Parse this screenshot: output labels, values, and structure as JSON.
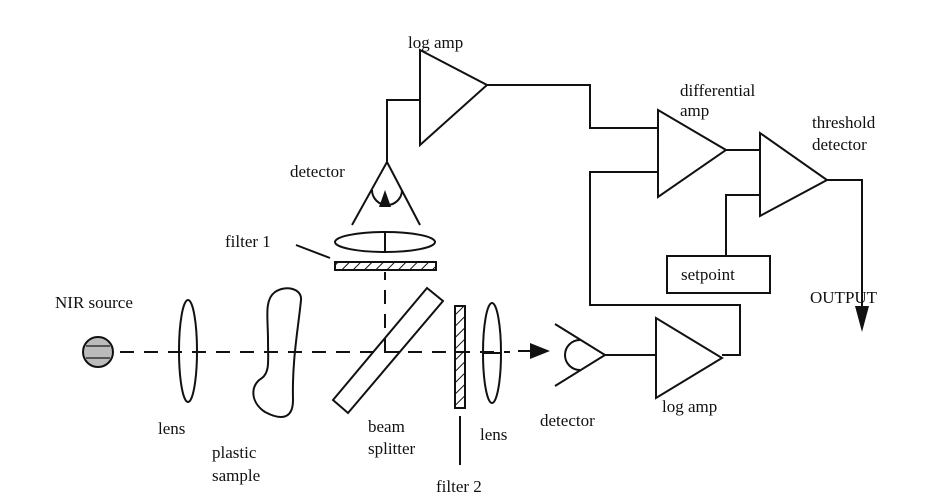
{
  "labels": {
    "log_amp_top": "log amp",
    "detector_top": "detector",
    "differential_1": "differential",
    "differential_2": "amp",
    "threshold_1": "threshold",
    "threshold_2": "detector",
    "setpoint": "setpoint",
    "output": "OUTPUT",
    "filter1": "filter 1",
    "nir_source": "NIR source",
    "lens_left": "lens",
    "plastic_1": "plastic",
    "plastic_2": "sample",
    "beam_1": "beam",
    "beam_2": "splitter",
    "filter2": "filter 2",
    "lens_right": "lens",
    "detector_bottom": "detector",
    "log_amp_bottom": "log amp"
  },
  "colors": {
    "ink": "#111111",
    "background": "#ffffff"
  }
}
